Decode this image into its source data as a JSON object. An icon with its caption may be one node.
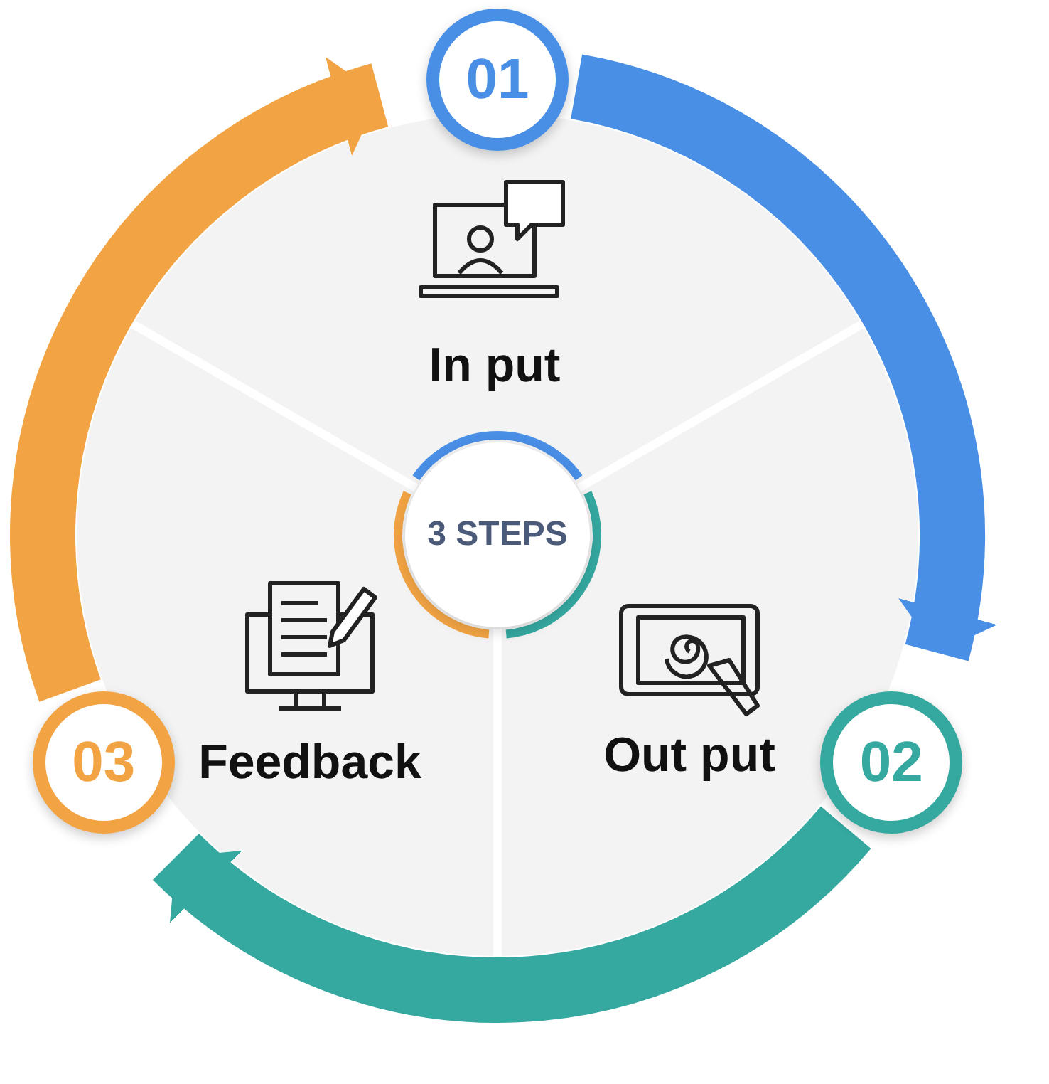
{
  "diagram": {
    "nodes": [
      {
        "text": [
          "3 STEPS"
        ]
      },
      {
        "text": [
          "01"
        ]
      },
      {
        "text": [
          "02"
        ]
      },
      {
        "text": [
          "03"
        ]
      },
      {
        "text": [
          "In put"
        ]
      },
      {
        "text": [
          "Out put"
        ]
      },
      {
        "text": [
          "Feedback"
        ]
      }
    ],
    "edges": [
      {
        "from": 1,
        "to": 2,
        "arrow": "to",
        "color": "#4a8fe6"
      },
      {
        "from": 2,
        "to": 3,
        "arrow": "to",
        "color": "#35a8a0"
      },
      {
        "from": 3,
        "to": 1,
        "arrow": "to",
        "color": "#f2a444"
      }
    ]
  }
}
